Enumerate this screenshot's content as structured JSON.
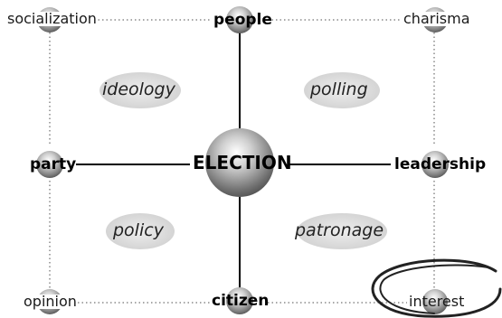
{
  "diagram": {
    "center": {
      "label": "ELECTION"
    },
    "nodes": {
      "top": {
        "label": "people"
      },
      "bottom": {
        "label": "citizen"
      },
      "left": {
        "label": "party"
      },
      "right": {
        "label": "leadership"
      }
    },
    "corners": {
      "top_left": {
        "label": "socialization"
      },
      "top_right": {
        "label": "charisma"
      },
      "bottom_left": {
        "label": "opinion"
      },
      "bottom_right": {
        "label": "interest"
      }
    },
    "quadrants": {
      "top_left": {
        "label": "ideology"
      },
      "top_right": {
        "label": "polling"
      },
      "bottom_left": {
        "label": "policy"
      },
      "bottom_right": {
        "label": "patronage"
      }
    }
  },
  "colors": {
    "line": "#000000",
    "dotted": "#8a8a8a",
    "sphere_light": "#ffffff",
    "sphere_dark": "#5a5a5a",
    "ellipse": "#d9d9d9",
    "circle_mark": "#222222"
  }
}
